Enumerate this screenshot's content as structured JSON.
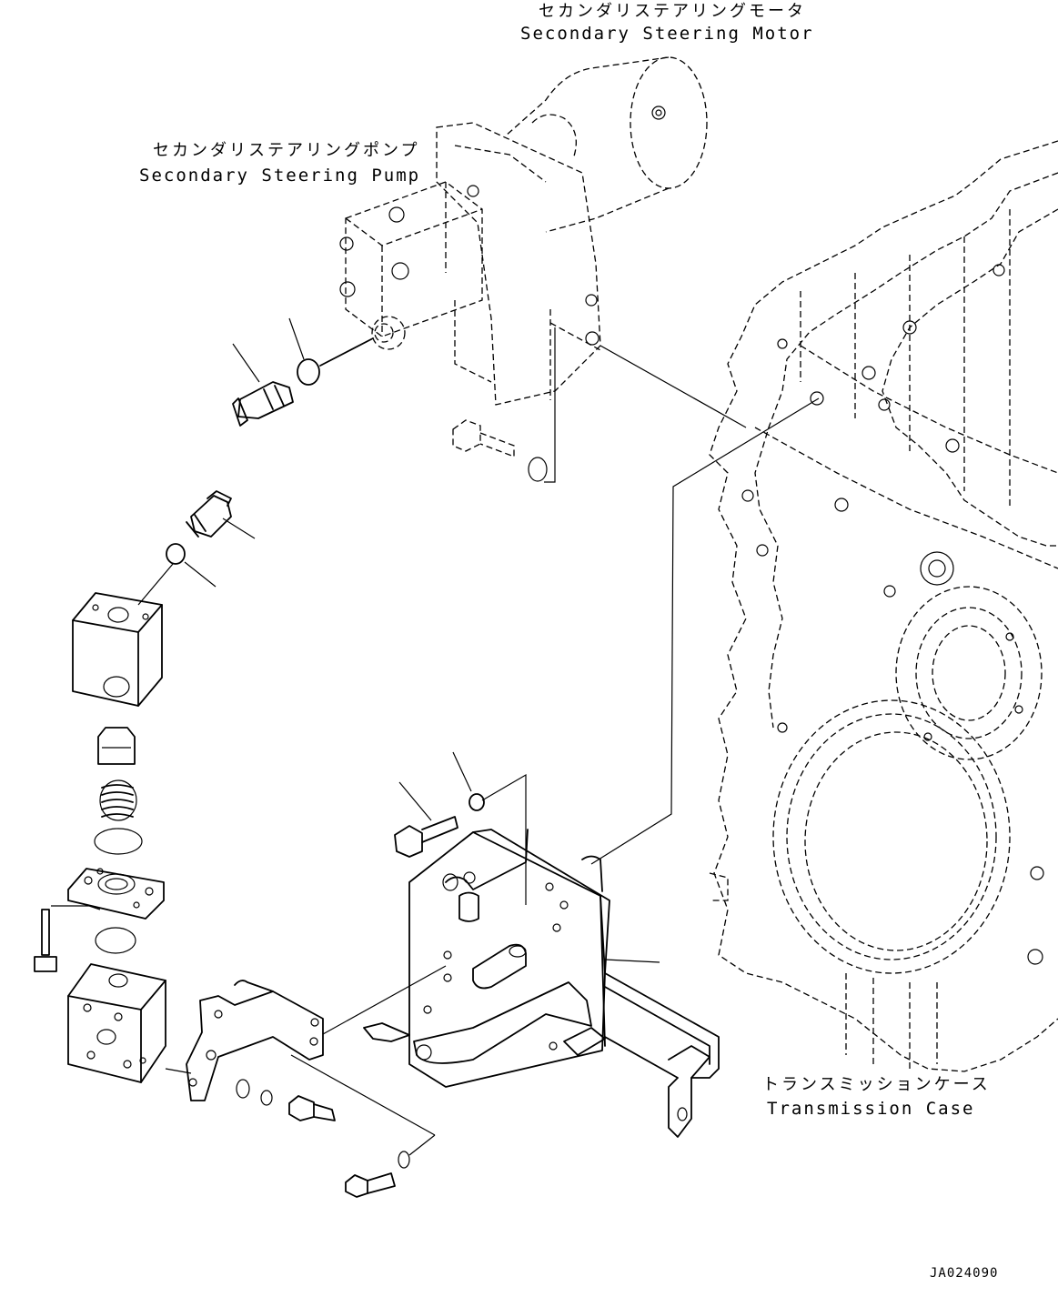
{
  "labels": {
    "motor_jp": "セカンダリステアリングモータ",
    "motor_en": "Secondary Steering Motor",
    "pump_jp": "セカンダリステアリングポンプ",
    "pump_en": "Secondary Steering Pump",
    "case_jp": "トランスミッションケース",
    "case_en": "Transmission Case"
  },
  "drawing_code": "JA024090"
}
